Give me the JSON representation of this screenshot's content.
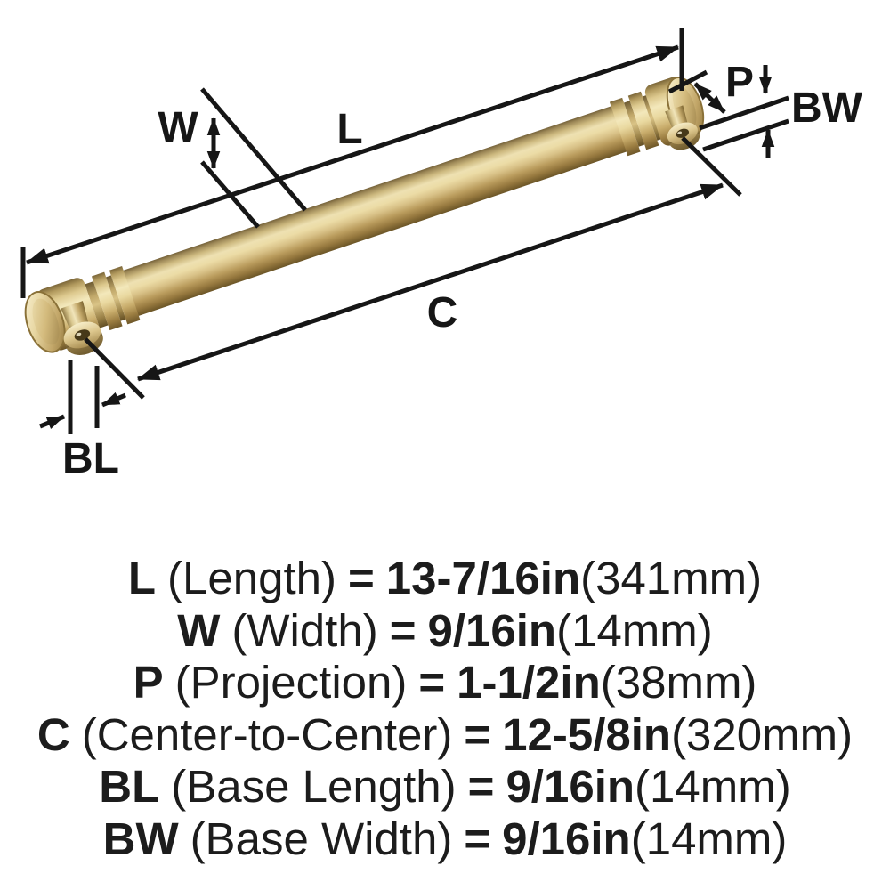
{
  "diagram": {
    "labels": {
      "length": "L",
      "width": "W",
      "projection": "P",
      "center_to_center": "C",
      "base_length": "BL",
      "base_width": "BW"
    },
    "line_color": "#161616",
    "handle_colors": {
      "highlight": "#f3e8bb",
      "mid": "#d9c288",
      "shadow": "#9c7e42",
      "deep": "#6b5527"
    }
  },
  "specs": {
    "equals": "=",
    "rows": [
      {
        "key": "L",
        "name": "(Length)",
        "imperial": "13-7/16in",
        "metric": "(341mm)"
      },
      {
        "key": "W",
        "name": "(Width)",
        "imperial": "9/16in",
        "metric": "(14mm)"
      },
      {
        "key": "P",
        "name": "(Projection)",
        "imperial": "1-1/2in",
        "metric": "(38mm)"
      },
      {
        "key": "C",
        "name": "(Center-to-Center)",
        "imperial": "12-5/8in",
        "metric": "(320mm)"
      },
      {
        "key": "BL",
        "name": "(Base Length)",
        "imperial": "9/16in",
        "metric": "(14mm)"
      },
      {
        "key": "BW",
        "name": "(Base Width)",
        "imperial": "9/16in",
        "metric": "(14mm)"
      }
    ]
  }
}
